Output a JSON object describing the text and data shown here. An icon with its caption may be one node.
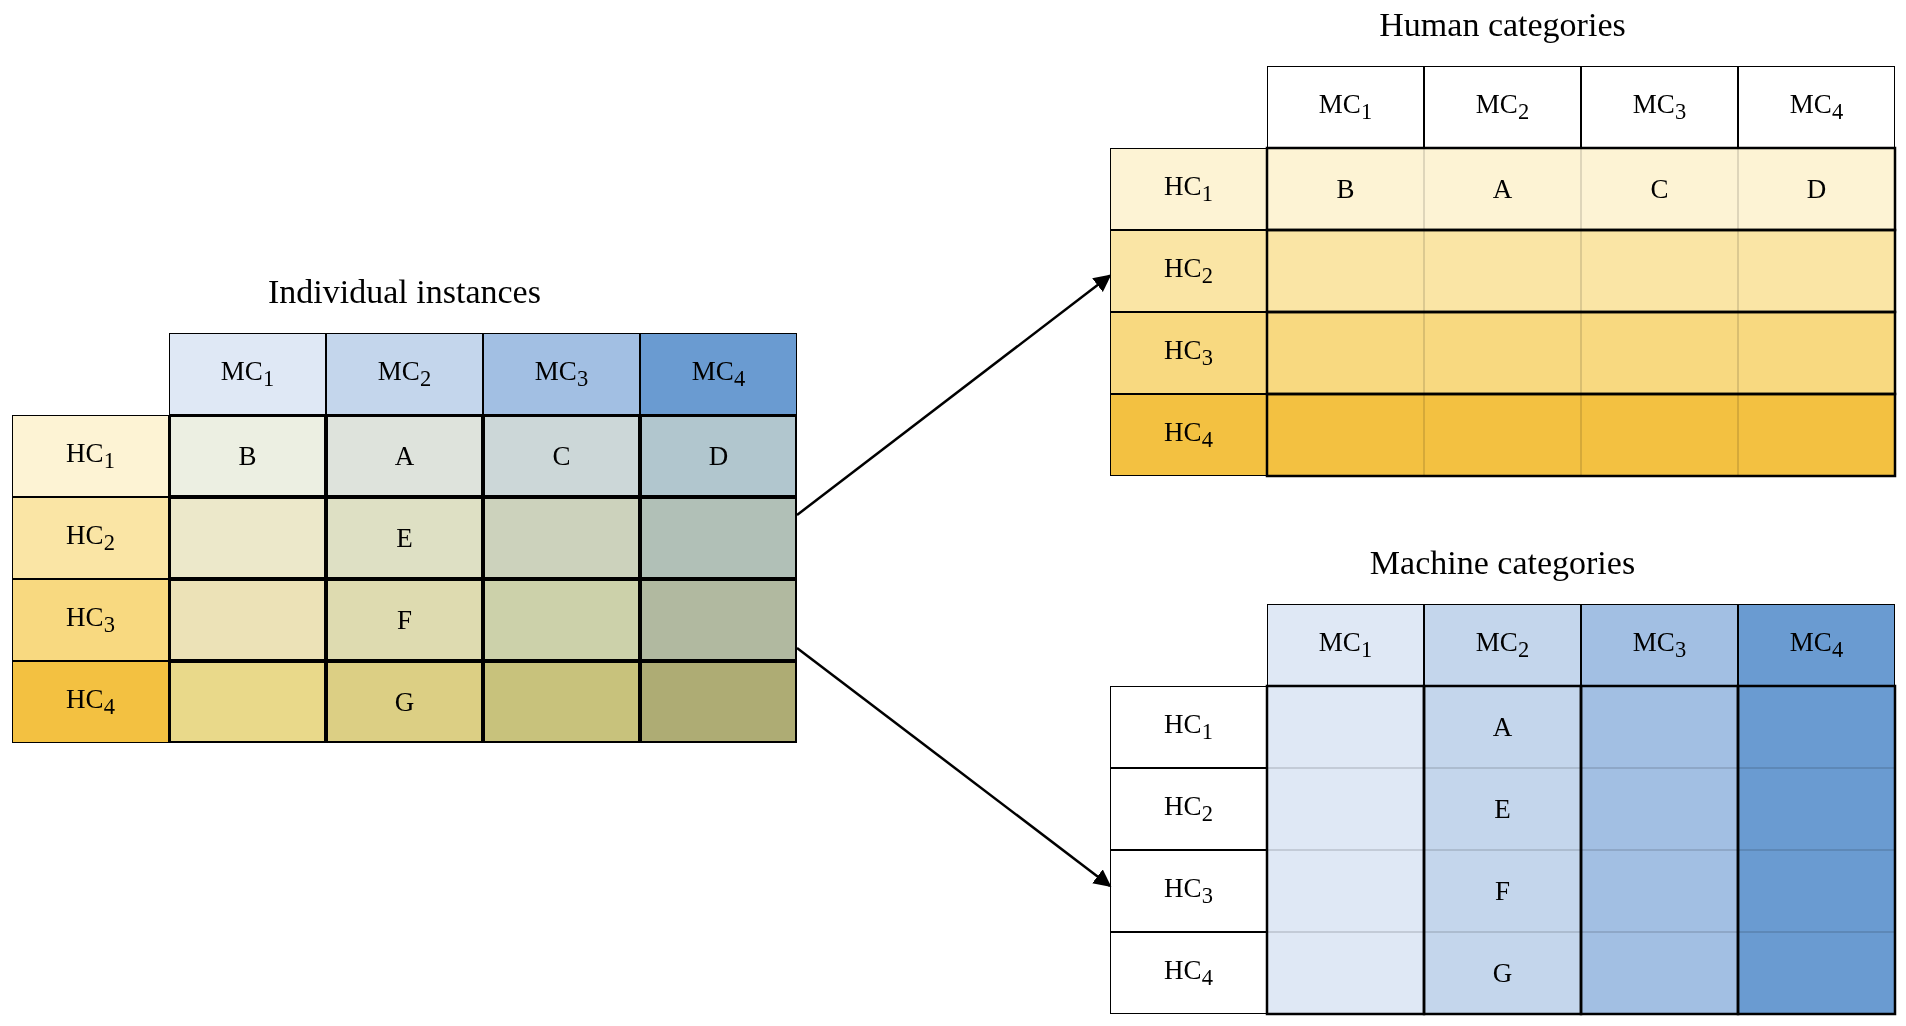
{
  "diagram": {
    "nodes": [
      {
        "text": [
          "Individual instances"
        ]
      },
      {
        "text": [
          "MC$_{1}$"
        ],
        "in": 0
      },
      {
        "text": [
          "MC$_{2}$"
        ],
        "in": 0
      },
      {
        "text": [
          "MC$_{3}$"
        ],
        "in": 0
      },
      {
        "text": [
          "MC$_{4}$"
        ],
        "in": 0
      },
      {
        "text": [
          "HC$_{1}$"
        ],
        "in": 0
      },
      {
        "text": [
          "B"
        ],
        "in": 0
      },
      {
        "text": [
          "A"
        ],
        "in": 0
      },
      {
        "text": [
          "C"
        ],
        "in": 0
      },
      {
        "text": [
          "D"
        ],
        "in": 0
      },
      {
        "text": [
          "HC$_{2}$"
        ],
        "in": 0
      },
      {
        "text": [],
        "shape": "box",
        "in": 0
      },
      {
        "text": [
          "E"
        ],
        "in": 0
      },
      {
        "text": [],
        "shape": "box",
        "in": 0
      },
      {
        "text": [],
        "shape": "box",
        "in": 0
      },
      {
        "text": [
          "HC$_{3}$"
        ],
        "in": 0
      },
      {
        "text": [],
        "shape": "box",
        "in": 0
      },
      {
        "text": [
          "F"
        ],
        "in": 0
      },
      {
        "text": [],
        "shape": "box",
        "in": 0
      },
      {
        "text": [],
        "shape": "box",
        "in": 0
      },
      {
        "text": [
          "HC$_{4}$"
        ],
        "in": 0
      },
      {
        "text": [],
        "shape": "box",
        "in": 0
      },
      {
        "text": [
          "G"
        ],
        "in": 0
      },
      {
        "text": [],
        "shape": "box",
        "in": 0
      },
      {
        "text": [],
        "shape": "box",
        "in": 0
      },
      {
        "text": [
          "Human categories"
        ]
      },
      {
        "text": [
          "MC$_{1}$"
        ],
        "in": 25
      },
      {
        "text": [
          "MC$_{2}$"
        ],
        "in": 25
      },
      {
        "text": [
          "MC$_{3}$"
        ],
        "in": 25
      },
      {
        "text": [
          "MC$_{4}$"
        ],
        "in": 25
      },
      {
        "text": [
          "HC$_{1}$"
        ],
        "in": 25
      },
      {
        "text": [
          "B"
        ],
        "in": 25
      },
      {
        "text": [
          "A"
        ],
        "in": 25
      },
      {
        "text": [
          "C"
        ],
        "in": 25
      },
      {
        "text": [
          "D"
        ],
        "in": 25
      },
      {
        "text": [
          "HC$_{2}$"
        ],
        "in": 25
      },
      {
        "text": [],
        "shape": "box",
        "in": 25
      },
      {
        "text": [],
        "shape": "box",
        "in": 25
      },
      {
        "text": [],
        "shape": "box",
        "in": 25
      },
      {
        "text": [],
        "shape": "box",
        "in": 25
      },
      {
        "text": [
          "HC$_{3}$"
        ],
        "in": 25
      },
      {
        "text": [],
        "shape": "box",
        "in": 25
      },
      {
        "text": [],
        "shape": "box",
        "in": 25
      },
      {
        "text": [],
        "shape": "box",
        "in": 25
      },
      {
        "text": [],
        "shape": "box",
        "in": 25
      },
      {
        "text": [
          "HC$_{4}$"
        ],
        "in": 25
      },
      {
        "text": [],
        "shape": "box",
        "in": 25
      },
      {
        "text": [],
        "shape": "box",
        "in": 25
      },
      {
        "text": [],
        "shape": "box",
        "in": 25
      },
      {
        "text": [],
        "shape": "box",
        "in": 25
      },
      {
        "text": [
          "Machine categories"
        ]
      },
      {
        "text": [
          "MC$_{1}$"
        ],
        "in": 50
      },
      {
        "text": [
          "MC$_{2}$"
        ],
        "in": 50
      },
      {
        "text": [
          "MC$_{3}$"
        ],
        "in": 50
      },
      {
        "text": [
          "MC$_{4}$"
        ],
        "in": 50
      },
      {
        "text": [
          "HC$_{1}$"
        ],
        "in": 50
      },
      {
        "text": [],
        "shape": "box",
        "in": 50
      },
      {
        "text": [
          "A"
        ],
        "in": 50
      },
      {
        "text": [],
        "shape": "box",
        "in": 50
      },
      {
        "text": [],
        "shape": "box",
        "in": 50
      },
      {
        "text": [
          "HC$_{2}$"
        ],
        "in": 50
      },
      {
        "text": [],
        "shape": "box",
        "in": 50
      },
      {
        "text": [
          "E"
        ],
        "in": 50
      },
      {
        "text": [],
        "shape": "box",
        "in": 50
      },
      {
        "text": [],
        "shape": "box",
        "in": 50
      },
      {
        "text": [
          "HC$_{3}$"
        ],
        "in": 50
      },
      {
        "text": [],
        "shape": "box",
        "in": 50
      },
      {
        "text": [
          "F"
        ],
        "in": 50
      },
      {
        "text": [],
        "shape": "box",
        "in": 50
      },
      {
        "text": [],
        "shape": "box",
        "in": 50
      },
      {
        "text": [
          "HC$_{4}$"
        ],
        "in": 50
      },
      {
        "text": [],
        "shape": "box",
        "in": 50
      },
      {
        "text": [
          "G"
        ],
        "in": 50
      },
      {
        "text": [],
        "shape": "box",
        "in": 50
      },
      {
        "text": [],
        "shape": "box",
        "in": 50
      }
    ],
    "edges": [
      {
        "from": 0,
        "to": 25,
        "arrow": "to"
      },
      {
        "from": 0,
        "to": 50,
        "arrow": "to"
      }
    ]
  }
}
